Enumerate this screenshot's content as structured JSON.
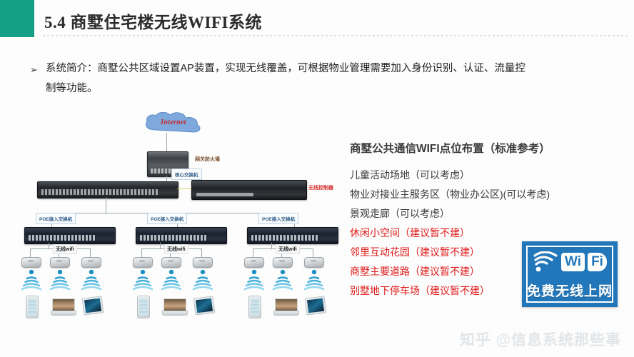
{
  "slide": {
    "header": {
      "title": "5.4 商墅住宅楼无线WIFI系统",
      "accent_color": "#14a085"
    },
    "intro": {
      "bullet_glyph": "➢",
      "text": "系统简介：商墅公共区域设置AP装置，实现无线覆盖，可根据物业管理需要加入身份识别、认证、流量控制等功能。"
    },
    "diagram": {
      "cloud_label": "Internet",
      "firewall_label": "网关防火墙",
      "core_switch_label": "核心交换机",
      "wlc_label": "无线控制器",
      "poe_labels": [
        "POE接入交换机",
        "POE接入交换机",
        "POE接入交换机"
      ],
      "wifi_labels": [
        "无线wifi",
        "无线wifi",
        "无线wifi"
      ],
      "colors": {
        "cloud": "#7fa8dd",
        "cloud_text": "#c62828",
        "label_box_text": "#2f5d8c",
        "red_label": "#d32f2f"
      }
    },
    "right_panel": {
      "title": "商墅公共通信WIFI点位布置（标准参考）",
      "items": [
        {
          "text": "儿童活动场地（可以考虑）",
          "color": "normal"
        },
        {
          "text": "物业对接业主服务区（物业办公区)(可以考虑)",
          "color": "normal"
        },
        {
          "text": "景观走廊（可以考虑）",
          "color": "normal"
        },
        {
          "text": "休闲小空间（建议暂不建）",
          "color": "red"
        },
        {
          "text": "邻里互动花园（建议暂不建）",
          "color": "red"
        },
        {
          "text": "商墅主要道路（建议暂不建）",
          "color": "red"
        },
        {
          "text": "别墅地下停车场（建议暂不建）",
          "color": "red"
        }
      ],
      "red_color": "#e01b1b"
    },
    "wifi_badge": {
      "wi": "Wi",
      "fi": "Fi",
      "caption": "免费无线上网",
      "background": "#2277bb"
    },
    "watermark": "知乎 @信息系统那些事"
  }
}
